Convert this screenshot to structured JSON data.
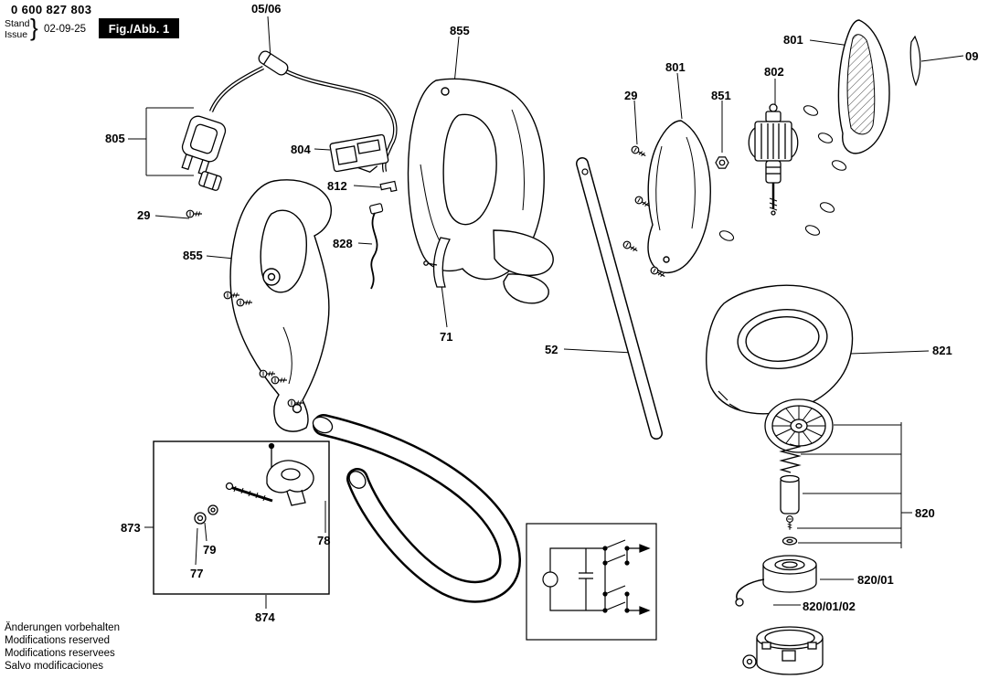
{
  "header": {
    "part_number": "0 600 827 803",
    "stand": "Stand",
    "issue": "Issue",
    "brace": "}",
    "date": "02-09-25",
    "figure": "Fig./Abb. 1"
  },
  "labels": {
    "l0506": "05/06",
    "l855_top": "855",
    "l801_top": "801",
    "l09": "09",
    "l805": "805",
    "l29_left": "29",
    "l855_left": "855",
    "l804": "804",
    "l812": "812",
    "l828": "828",
    "l71": "71",
    "l52": "52",
    "l29_right": "29",
    "l801_mid": "801",
    "l851": "851",
    "l802": "802",
    "l821": "821",
    "l873": "873",
    "l79": "79",
    "l77": "77",
    "l874": "874",
    "l78": "78",
    "l820": "820",
    "l820_01": "820/01",
    "l820_01_02": "820/01/02"
  },
  "footer": {
    "lines": [
      "Änderungen vorbehalten",
      "Modifications reserved",
      "Modifications reservees",
      "Salvo modificaciones"
    ]
  }
}
